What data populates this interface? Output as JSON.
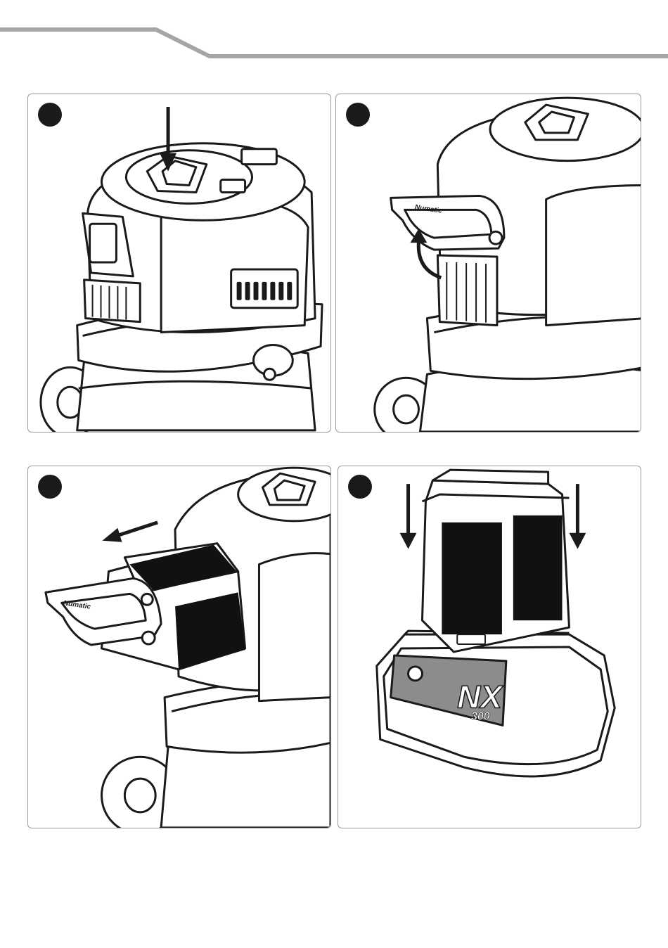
{
  "header": {
    "line_color": "#a6a6a6"
  },
  "panels": [
    {
      "id": "step-1",
      "action": "press-release-button"
    },
    {
      "id": "step-2",
      "action": "lift-handle"
    },
    {
      "id": "step-3",
      "action": "pull-out-battery"
    },
    {
      "id": "step-4",
      "action": "place-in-charger"
    }
  ],
  "handle_brand": "Numatic",
  "charger": {
    "model_mark": "NX",
    "model_number": "300"
  },
  "colors": {
    "outline": "#1a1a1a",
    "fill": "#ffffff",
    "label_panel": "#8c8c8c",
    "battery_panel": "#111111"
  }
}
